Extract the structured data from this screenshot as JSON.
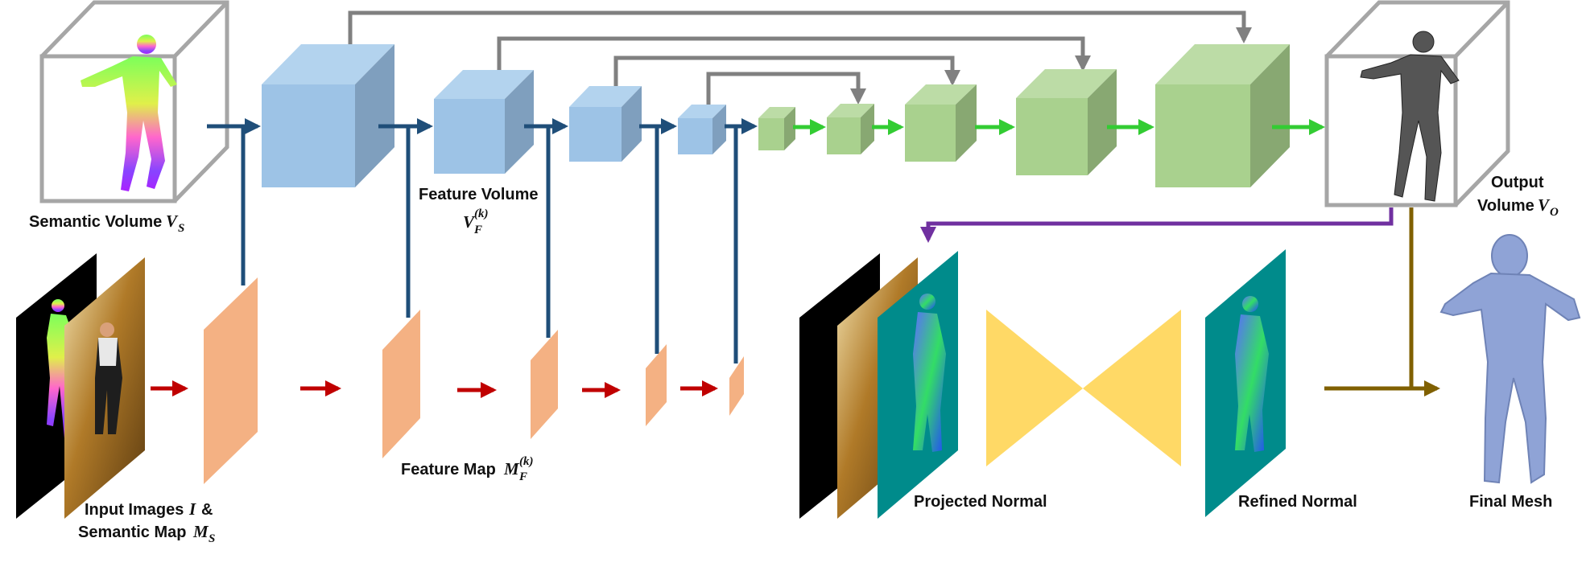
{
  "labels": {
    "semantic_volume": "Semantic Volume",
    "semantic_volume_sym": "V",
    "semantic_volume_sub": "S",
    "feature_volume": "Feature Volume",
    "feature_volume_sym": "V",
    "feature_volume_sub": "F",
    "feature_volume_sup": "(k)",
    "feature_map": "Feature Map",
    "feature_map_sym": "M",
    "feature_map_sub": "F",
    "feature_map_sup": "(k)",
    "input_images_line1": "Input Images",
    "input_images_sym": "I",
    "input_images_amp": "&",
    "input_images_line2": "Semantic Map",
    "semantic_map_sym": "M",
    "semantic_map_sub": "S",
    "output_volume_line1": "Output",
    "output_volume_line2": "Volume",
    "output_volume_sym": "V",
    "output_volume_sub": "O",
    "projected_normal": "Projected Normal",
    "refined_normal": "Refined  Normal",
    "final_mesh": "Final Mesh"
  },
  "colors": {
    "encoder_cube": "#9dc3e6",
    "decoder_cube": "#a9d18e",
    "feature_map": "#f4b183",
    "blue_arrow": "#1f4e79",
    "green_arrow": "#33cc33",
    "red_arrow": "#c00000",
    "gray_skip": "#808080",
    "purple_arrow": "#7030a0",
    "olive_arrow": "#806000",
    "hourglass": "#ffd966",
    "normal_map": "#008b8b",
    "wire_box": "#a6a6a6",
    "mesh": "#8fa3d6"
  },
  "icons": {
    "semantic_human": "colored-human-figure-icon",
    "voxel_human": "voxel-human-figure-icon",
    "final_mesh_human": "human-mesh-icon",
    "photo": "input-photo-icon"
  }
}
